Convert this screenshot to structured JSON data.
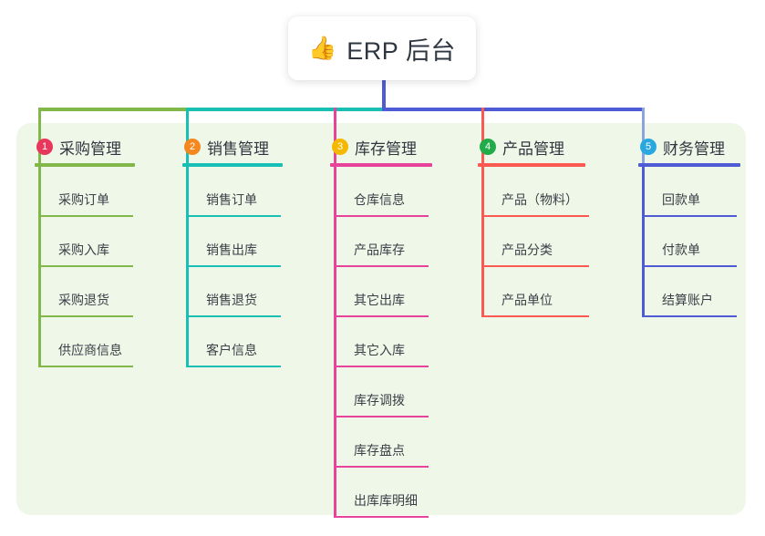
{
  "root": {
    "icon": "thumbs-up-icon",
    "emoji": "👍",
    "title": "ERP 后台"
  },
  "theme": {
    "page_background": "#ffffff",
    "panel_background": "#eff7e9",
    "stem_color": "#4f5bd5",
    "title_text_color": "#2f3640",
    "leaf_text_color": "#3b3f46"
  },
  "columns": [
    {
      "number": "1",
      "title": "采购管理",
      "badge_color": "#e8365d",
      "line_color": "#82b84a",
      "drop_color": "#82b84a",
      "bus_color": "#82b84a",
      "items": [
        {
          "label": "采购订单"
        },
        {
          "label": "采购入库"
        },
        {
          "label": "采购退货"
        },
        {
          "label": "供应商信息"
        }
      ]
    },
    {
      "number": "2",
      "title": "销售管理",
      "badge_color": "#f5871f",
      "line_color": "#17bfb4",
      "drop_color": "#17bfb4",
      "bus_color": "#17bfb4",
      "items": [
        {
          "label": "销售订单"
        },
        {
          "label": "销售出库"
        },
        {
          "label": "销售退货"
        },
        {
          "label": "客户信息"
        }
      ]
    },
    {
      "number": "3",
      "title": "库存管理",
      "badge_color": "#f5b800",
      "line_color": "#e8439b",
      "drop_color": "#e8439b",
      "bus_color": "#4f5bd5",
      "items": [
        {
          "label": "仓库信息"
        },
        {
          "label": "产品库存"
        },
        {
          "label": "其它出库"
        },
        {
          "label": "其它入库"
        },
        {
          "label": "库存调拨"
        },
        {
          "label": "库存盘点"
        },
        {
          "label": "出库库明细"
        }
      ]
    },
    {
      "number": "4",
      "title": "产品管理",
      "badge_color": "#22ac49",
      "line_color": "#fa5a51",
      "drop_color": "#fa5a51",
      "bus_color": "#4f5bd5",
      "items": [
        {
          "label": "产品（物料）"
        },
        {
          "label": "产品分类"
        },
        {
          "label": "产品单位"
        }
      ]
    },
    {
      "number": "5",
      "title": "财务管理",
      "badge_color": "#29a8e0",
      "line_color": "#4f5bd5",
      "drop_color": "#8ba4e0",
      "bus_color": "#4f5bd5",
      "items": [
        {
          "label": "回款单"
        },
        {
          "label": "付款单"
        },
        {
          "label": "结算账户"
        }
      ]
    }
  ]
}
